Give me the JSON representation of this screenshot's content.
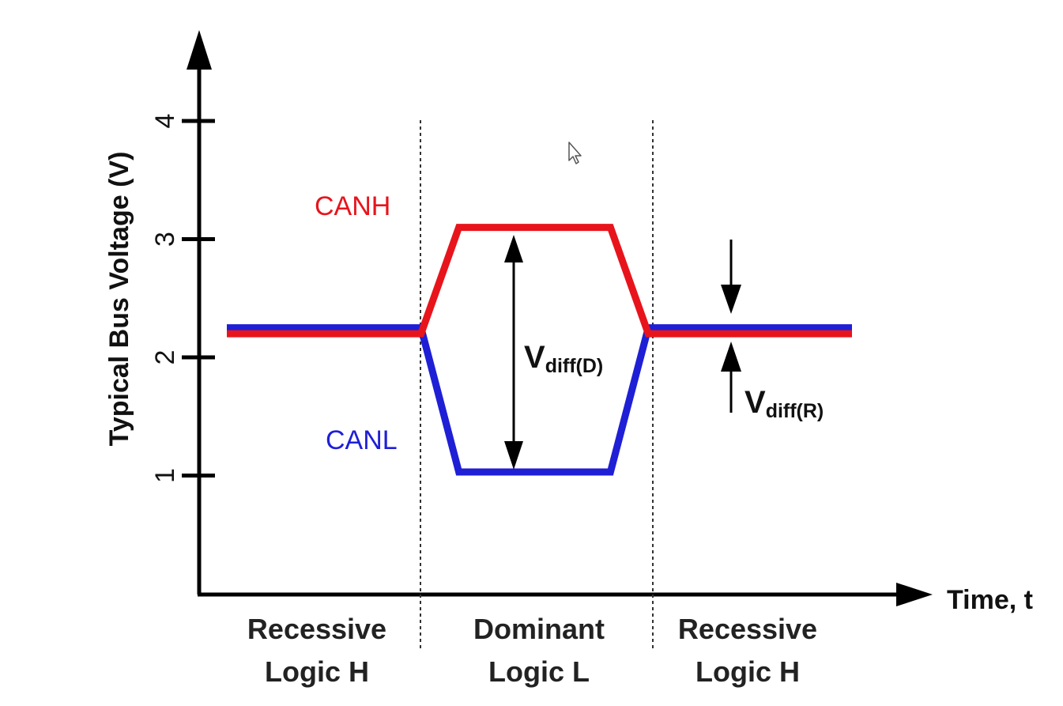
{
  "chart_data": {
    "type": "line",
    "ylabel": "Typical Bus Voltage (V)",
    "xlabel": "Time, t",
    "ylim": [
      0,
      4.6
    ],
    "yticks": [
      1,
      2,
      3,
      4
    ],
    "ytick_labels": [
      "1",
      "2",
      "3",
      "4"
    ],
    "grid": false,
    "legend": "none",
    "x": [
      0,
      4.1,
      4.9,
      8.1,
      8.9,
      13.2
    ],
    "series": [
      {
        "name": "CANH",
        "color": "#e8141c",
        "values": [
          2.2,
          2.2,
          3.1,
          3.1,
          2.2,
          2.2
        ]
      },
      {
        "name": "CANL",
        "color": "#1f1fd6",
        "values": [
          2.25,
          2.25,
          1.03,
          1.03,
          2.25,
          2.25
        ]
      }
    ],
    "regions": [
      {
        "line1": "Recessive",
        "line2": "Logic H"
      },
      {
        "line1": "Dominant",
        "line2": "Logic L"
      },
      {
        "line1": "Recessive",
        "line2": "Logic H"
      }
    ],
    "annotations": {
      "vdiff_dominant": {
        "main": "V",
        "sub": "diff(D)"
      },
      "vdiff_recessive": {
        "main": "V",
        "sub": "diff(R)"
      }
    }
  }
}
